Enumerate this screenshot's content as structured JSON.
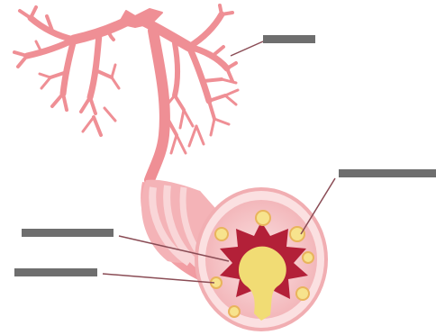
{
  "diagram": {
    "labels": [
      {
        "id": "label-bronchioles",
        "text": ""
      },
      {
        "id": "label-airway-wall",
        "text": ""
      },
      {
        "id": "label-smooth-muscle",
        "text": ""
      },
      {
        "id": "label-mucus",
        "text": ""
      }
    ],
    "colors": {
      "airway_pink": "#ef8f95",
      "airway_outline": "#f3a3a8",
      "tube_light": "#f7c9cb",
      "tube_mid": "#ee9ea4",
      "lumen_red": "#b32038",
      "mucus_yellow": "#f1dc74",
      "gland_yellow": "#f7e38d",
      "leader_line": "#8a4c55",
      "label_gray": "#6e6e6e"
    }
  }
}
